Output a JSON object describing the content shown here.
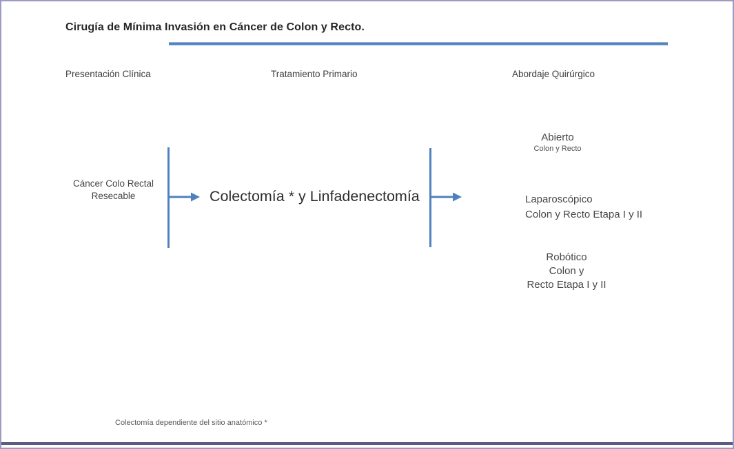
{
  "slide": {
    "title": "Cirugía de Mínima Invasión en Cáncer de Colon y Recto.",
    "column_headers": [
      {
        "label": "Presentación Clínica"
      },
      {
        "label": "Tratamiento Primario"
      },
      {
        "label": "Abordaje Quirúrgico"
      }
    ],
    "clinical_presentation": {
      "line1": "Cáncer Colo Rectal",
      "line2": "Resecable"
    },
    "primary_treatment": "Colectomía * y  Linfadenectomía",
    "approaches": [
      {
        "name": "Abierto",
        "detail_lines": [
          "Colon y Recto"
        ]
      },
      {
        "name": "Laparoscópico",
        "detail_lines": [
          "Colon y Recto Etapa I y II"
        ]
      },
      {
        "name": "Robótico",
        "detail_lines": [
          "Colon y",
          "Recto Etapa I y II"
        ]
      }
    ],
    "footnote": "Colectomía dependiente  del sitio anatómico *"
  },
  "colors": {
    "accent_blue": "#4f81bd",
    "frame_border": "#9b9bc0",
    "frame_bottom_band": "#5c5c84",
    "title_text": "#262626",
    "body_text": "#474747"
  }
}
